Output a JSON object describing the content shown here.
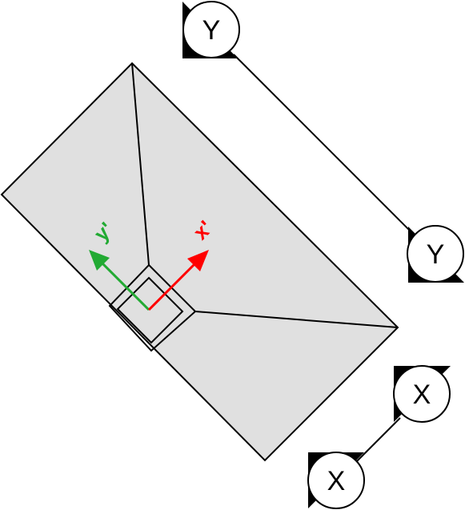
{
  "section_markers": {
    "y_top": "Y",
    "y_bottom": "Y",
    "x_top": "X",
    "x_bottom": "X"
  },
  "local_axes": {
    "x_label": "x'",
    "y_label": "y'",
    "x_color": "#ff0000",
    "y_color": "#22aa33"
  },
  "colors": {
    "plate_fill": "#e0e0e0",
    "line": "#000000"
  }
}
